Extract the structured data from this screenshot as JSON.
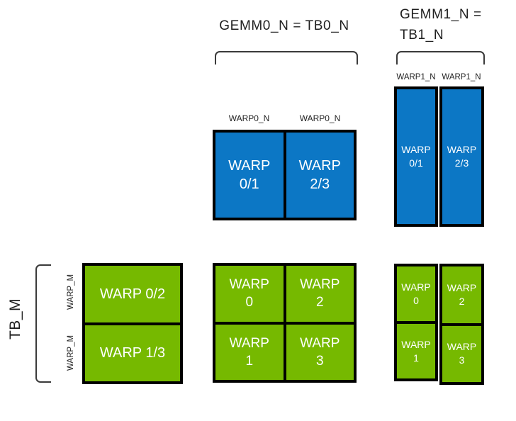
{
  "colors": {
    "blue": "#0c77c5",
    "green": "#76b900",
    "border": "#000000",
    "bracket": "#3a3a3a"
  },
  "headers": {
    "gemm0": "GEMM0_N = TB0_N",
    "gemm1_line1": "GEMM1_N =",
    "gemm1_line2": "TB1_N"
  },
  "row_labels": {
    "tb_m": "TB_M",
    "warp_m_top": "WARP_M",
    "warp_m_bottom": "WARP_M"
  },
  "col_labels": {
    "warp0_n_left": "WARP0_N",
    "warp0_n_right": "WARP0_N",
    "warp1_n_left": "WARP1_N",
    "warp1_n_right": "WARP1_N"
  },
  "gemm0_b_tile": {
    "cells": [
      {
        "l1": "WARP",
        "l2": "0/1"
      },
      {
        "l1": "WARP",
        "l2": "2/3"
      }
    ]
  },
  "gemm1_b_tile": {
    "cells": [
      {
        "l1": "WARP",
        "l2": "0/1"
      },
      {
        "l1": "WARP",
        "l2": "2/3"
      }
    ]
  },
  "a_tile": {
    "cells": [
      {
        "label": "WARP 0/2"
      },
      {
        "label": "WARP 1/3"
      }
    ]
  },
  "gemm0_c_tile": {
    "cells": [
      {
        "l1": "WARP",
        "l2": "0"
      },
      {
        "l1": "WARP",
        "l2": "2"
      },
      {
        "l1": "WARP",
        "l2": "1"
      },
      {
        "l1": "WARP",
        "l2": "3"
      }
    ]
  },
  "gemm1_c_tile": {
    "col1": [
      {
        "l1": "WARP",
        "l2": "0"
      },
      {
        "l1": "WARP",
        "l2": "1"
      }
    ],
    "col2": [
      {
        "l1": "WARP",
        "l2": "2"
      },
      {
        "l1": "WARP",
        "l2": "3"
      }
    ]
  }
}
